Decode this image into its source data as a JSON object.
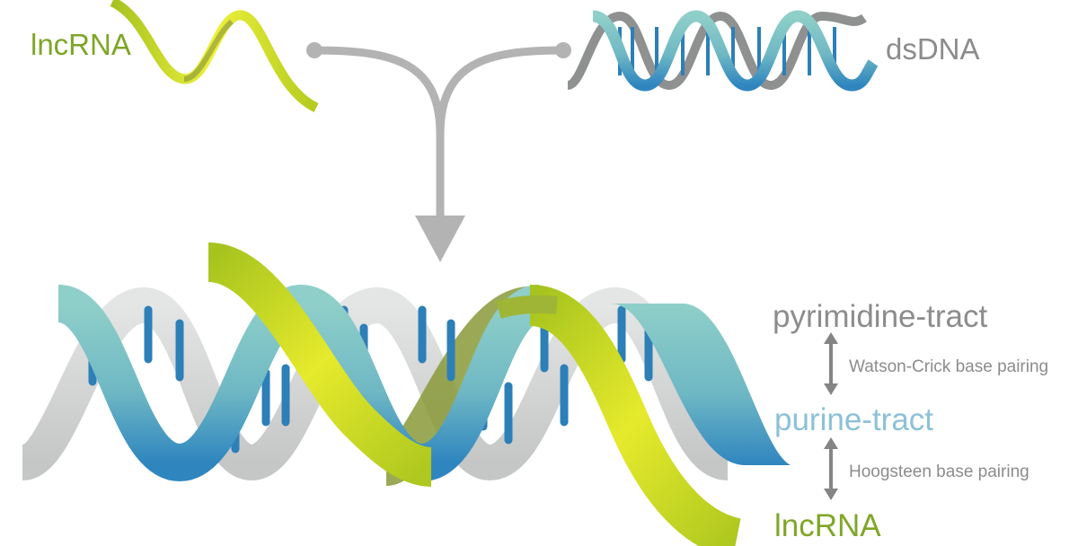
{
  "labels": {
    "lncrna_top": "lncRNA",
    "dsdna": "dsDNA",
    "pyrimidine_tract": "pyrimidine-tract",
    "watson_crick": "Watson-Crick base pairing",
    "purine_tract": "purine-tract",
    "hoogsteen": "Hoogsteen base pairing",
    "lncrna_bottom": "lncRNA"
  },
  "colors": {
    "rna_green": "#a6c21f",
    "rna_yellow": "#f2ee2f",
    "dna_teal": "#79c2c3",
    "dna_blue": "#2d7fb7",
    "dna_grey": "#cfd0d0",
    "arrow_grey": "#b3b3b3",
    "text_grey": "#8c8c8c",
    "text_blue": "#8cc1d7",
    "text_green": "#7fa628",
    "arrow_dark": "#858585"
  }
}
